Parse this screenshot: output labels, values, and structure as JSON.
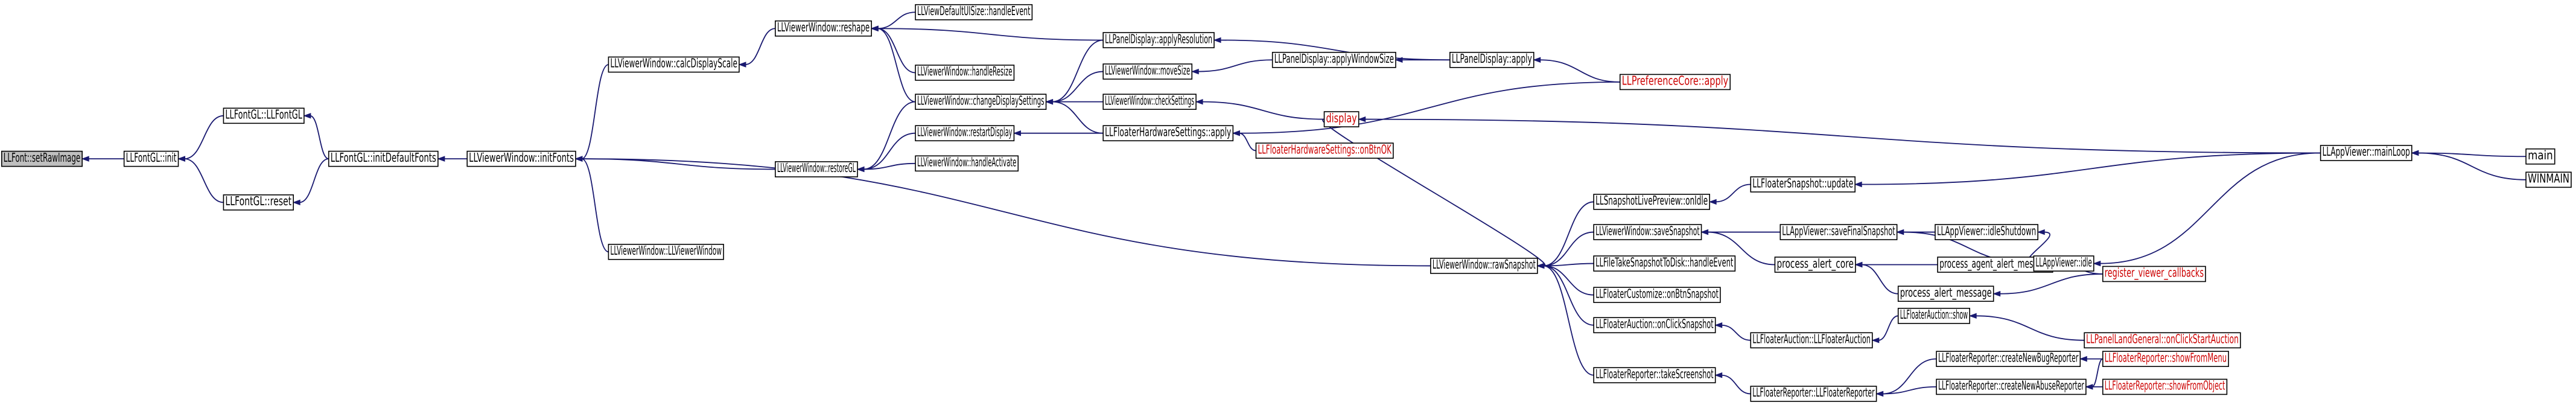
{
  "diagram": {
    "type": "call-graph",
    "nodes": [
      {
        "id": "setRawImage",
        "label": "LLFont::setRawImage",
        "highlight": true
      },
      {
        "id": "init",
        "label": "LLFontGL::init"
      },
      {
        "id": "ctor",
        "label": "LLFontGL::LLFontGL"
      },
      {
        "id": "reset",
        "label": "LLFontGL::reset"
      },
      {
        "id": "initDefaultFonts",
        "label": "LLFontGL::initDefaultFonts"
      },
      {
        "id": "initFonts",
        "label": "LLViewerWindow::initFonts"
      },
      {
        "id": "calcDisplayScale",
        "label": "LLViewerWindow::calcDisplayScale"
      },
      {
        "id": "restoreGL",
        "label": "LLViewerWindow::restoreGL"
      },
      {
        "id": "vwCtor",
        "label": "LLViewerWindow::LLViewerWindow"
      },
      {
        "id": "reshape",
        "label": "LLViewerWindow::reshape"
      },
      {
        "id": "handleEvent",
        "label": "LLViewDefaultUISize::handleEvent"
      },
      {
        "id": "handleResize",
        "label": "LLViewerWindow::handleResize"
      },
      {
        "id": "changeDisplaySettings",
        "label": "LLViewerWindow::changeDisplaySettings"
      },
      {
        "id": "restartDisplay",
        "label": "LLViewerWindow::restartDisplay"
      },
      {
        "id": "handleActivate",
        "label": "LLViewerWindow::handleActivate"
      },
      {
        "id": "applyResolution",
        "label": "LLPanelDisplay::applyResolution"
      },
      {
        "id": "moveSize",
        "label": "LLViewerWindow::moveSize"
      },
      {
        "id": "checkSettings",
        "label": "LLViewerWindow::checkSettings"
      },
      {
        "id": "hwApply",
        "label": "LLFloaterHardwareSettings::apply"
      },
      {
        "id": "applyWindowSize",
        "label": "LLPanelDisplay::applyWindowSize"
      },
      {
        "id": "panelApply",
        "label": "LLPanelDisplay::apply"
      },
      {
        "id": "prefApply",
        "label": "LLPreferenceCore::apply",
        "red": true
      },
      {
        "id": "display",
        "label": "display",
        "red": true
      },
      {
        "id": "hwOnBtnOK",
        "label": "LLFloaterHardwareSettings::onBtnOK",
        "red": true
      },
      {
        "id": "rawSnapshot",
        "label": "LLViewerWindow::rawSnapshot"
      },
      {
        "id": "onIdle",
        "label": "LLSnapshotLivePreview::onIdle"
      },
      {
        "id": "snapUpdate",
        "label": "LLFloaterSnapshot::update"
      },
      {
        "id": "saveSnapshot",
        "label": "LLViewerWindow::saveSnapshot"
      },
      {
        "id": "saveFinal",
        "label": "LLAppViewer::saveFinalSnapshot"
      },
      {
        "id": "takeSnapDisk",
        "label": "LLFileTakeSnapshotToDisk::handleEvent"
      },
      {
        "id": "custSnap",
        "label": "LLFloaterCustomize::onBtnSnapshot"
      },
      {
        "id": "aucSnap",
        "label": "LLFloaterAuction::onClickSnapshot"
      },
      {
        "id": "aucCtor",
        "label": "LLFloaterAuction::LLFloaterAuction"
      },
      {
        "id": "repShot",
        "label": "LLFloaterReporter::takeScreenshot"
      },
      {
        "id": "repCtor",
        "label": "LLFloaterReporter::LLFloaterReporter"
      },
      {
        "id": "alertCore",
        "label": "process_alert_core"
      },
      {
        "id": "agentAlert",
        "label": "process_agent_alert_message"
      },
      {
        "id": "alertMsg",
        "label": "process_alert_message"
      },
      {
        "id": "regCb",
        "label": "register_viewer_callbacks",
        "red": true
      },
      {
        "id": "aucShow",
        "label": "LLFloaterAuction::show"
      },
      {
        "id": "landAuc",
        "label": "LLPanelLandGeneral::onClickStartAuction",
        "red": true
      },
      {
        "id": "idleShutdown",
        "label": "LLAppViewer::idleShutdown"
      },
      {
        "id": "idle",
        "label": "LLAppViewer::idle"
      },
      {
        "id": "mainLoop",
        "label": "LLAppViewer::mainLoop"
      },
      {
        "id": "main",
        "label": "main"
      },
      {
        "id": "winmain",
        "label": "WINMAIN"
      },
      {
        "id": "bugRep",
        "label": "LLFloaterReporter::createNewBugReporter"
      },
      {
        "id": "abuseRep",
        "label": "LLFloaterReporter::createNewAbuseReporter"
      },
      {
        "id": "showMenu",
        "label": "LLFloaterReporter::showFromMenu",
        "red": true
      },
      {
        "id": "showObj",
        "label": "LLFloaterReporter::showFromObject",
        "red": true
      }
    ],
    "edges": [
      [
        "init",
        "setRawImage"
      ],
      [
        "ctor",
        "init"
      ],
      [
        "reset",
        "init"
      ],
      [
        "initDefaultFonts",
        "ctor"
      ],
      [
        "initDefaultFonts",
        "reset"
      ],
      [
        "initFonts",
        "initDefaultFonts"
      ],
      [
        "calcDisplayScale",
        "initFonts"
      ],
      [
        "restoreGL",
        "initFonts"
      ],
      [
        "vwCtor",
        "initFonts"
      ],
      [
        "rawSnapshot",
        "initFonts"
      ],
      [
        "reshape",
        "calcDisplayScale"
      ],
      [
        "handleEvent",
        "reshape"
      ],
      [
        "handleResize",
        "reshape"
      ],
      [
        "changeDisplaySettings",
        "reshape"
      ],
      [
        "applyResolution",
        "reshape"
      ],
      [
        "changeDisplaySettings",
        "restoreGL"
      ],
      [
        "restartDisplay",
        "restoreGL"
      ],
      [
        "handleActivate",
        "restoreGL"
      ],
      [
        "hwApply",
        "restartDisplay"
      ],
      [
        "applyResolution",
        "changeDisplaySettings"
      ],
      [
        "moveSize",
        "changeDisplaySettings"
      ],
      [
        "checkSettings",
        "changeDisplaySettings"
      ],
      [
        "hwApply",
        "changeDisplaySettings"
      ],
      [
        "panelApply",
        "applyResolution"
      ],
      [
        "applyWindowSize",
        "moveSize"
      ],
      [
        "panelApply",
        "applyWindowSize"
      ],
      [
        "prefApply",
        "panelApply"
      ],
      [
        "display",
        "checkSettings"
      ],
      [
        "prefApply",
        "hwApply"
      ],
      [
        "hwOnBtnOK",
        "hwApply"
      ],
      [
        "mainLoop",
        "display"
      ],
      [
        "display",
        "rawSnapshot"
      ],
      [
        "onIdle",
        "rawSnapshot"
      ],
      [
        "saveSnapshot",
        "rawSnapshot"
      ],
      [
        "takeSnapDisk",
        "rawSnapshot"
      ],
      [
        "custSnap",
        "rawSnapshot"
      ],
      [
        "aucSnap",
        "rawSnapshot"
      ],
      [
        "repShot",
        "rawSnapshot"
      ],
      [
        "snapUpdate",
        "onIdle"
      ],
      [
        "mainLoop",
        "snapUpdate"
      ],
      [
        "saveFinal",
        "saveSnapshot"
      ],
      [
        "alertCore",
        "saveSnapshot"
      ],
      [
        "idleShutdown",
        "saveFinal"
      ],
      [
        "idle",
        "saveFinal"
      ],
      [
        "agentAlert",
        "alertCore"
      ],
      [
        "alertMsg",
        "alertCore"
      ],
      [
        "regCb",
        "agentAlert"
      ],
      [
        "regCb",
        "alertMsg"
      ],
      [
        "aucCtor",
        "aucSnap"
      ],
      [
        "aucShow",
        "aucCtor"
      ],
      [
        "landAuc",
        "aucShow"
      ],
      [
        "repCtor",
        "repShot"
      ],
      [
        "bugRep",
        "repCtor"
      ],
      [
        "abuseRep",
        "repCtor"
      ],
      [
        "showMenu",
        "bugRep"
      ],
      [
        "showMenu",
        "abuseRep"
      ],
      [
        "showObj",
        "abuseRep"
      ],
      [
        "idle",
        "idleShutdown"
      ],
      [
        "mainLoop",
        "idle"
      ],
      [
        "main",
        "mainLoop"
      ],
      [
        "winmain",
        "mainLoop"
      ]
    ]
  }
}
